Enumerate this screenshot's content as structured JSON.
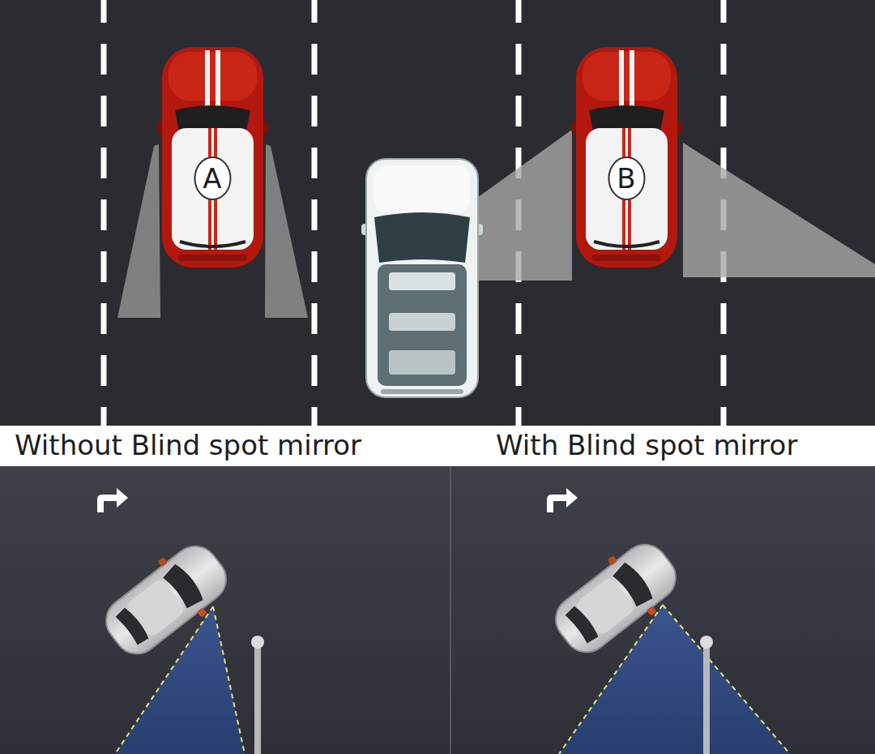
{
  "diagram": {
    "labels": [
      "A",
      "B",
      "Without Blind spot mirror",
      "With Blind spot mirror"
    ]
  }
}
